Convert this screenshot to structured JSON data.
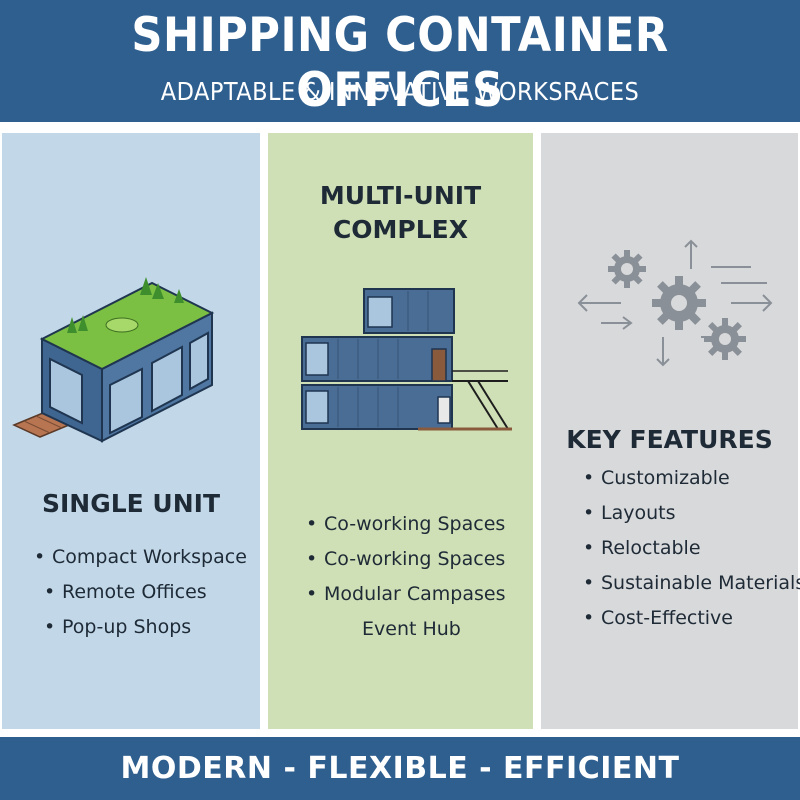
{
  "header": {
    "title": "SHIPPING CONTAINER OFFICES",
    "subtitle": "ADAPTABLE & INNOVATIVE WORKSRACES"
  },
  "single_unit": {
    "heading": "SINGLE UNIT",
    "items": [
      "Compact Workspace",
      "Remote Offices",
      "Pop-up Shops"
    ]
  },
  "multi_unit": {
    "heading_line1": "MULTI-UNIT",
    "heading_line2": "COMPLEX",
    "items": [
      "Co-working Spaces",
      "Co-working Spaces",
      "Modular Campases"
    ],
    "extra": "Event Hub"
  },
  "key_features": {
    "heading": "KEY FEATURES",
    "items": [
      "Customizable",
      "Layouts",
      "Reloctable",
      "Sustainable Materials",
      "Cost-Effective"
    ]
  },
  "footer": {
    "text": "MODERN - FLEXIBLE - EFFICIENT"
  },
  "colors": {
    "header_bg": "#2f5f8f",
    "col1_bg": "#c2d8e9",
    "col2_bg": "#cfe0b6",
    "col3_bg": "#d8d9db",
    "container_blue": "#4a6d96"
  },
  "icons": [
    "container-single-icon",
    "container-stack-icon",
    "gears-icon",
    "bullet-icon"
  ]
}
